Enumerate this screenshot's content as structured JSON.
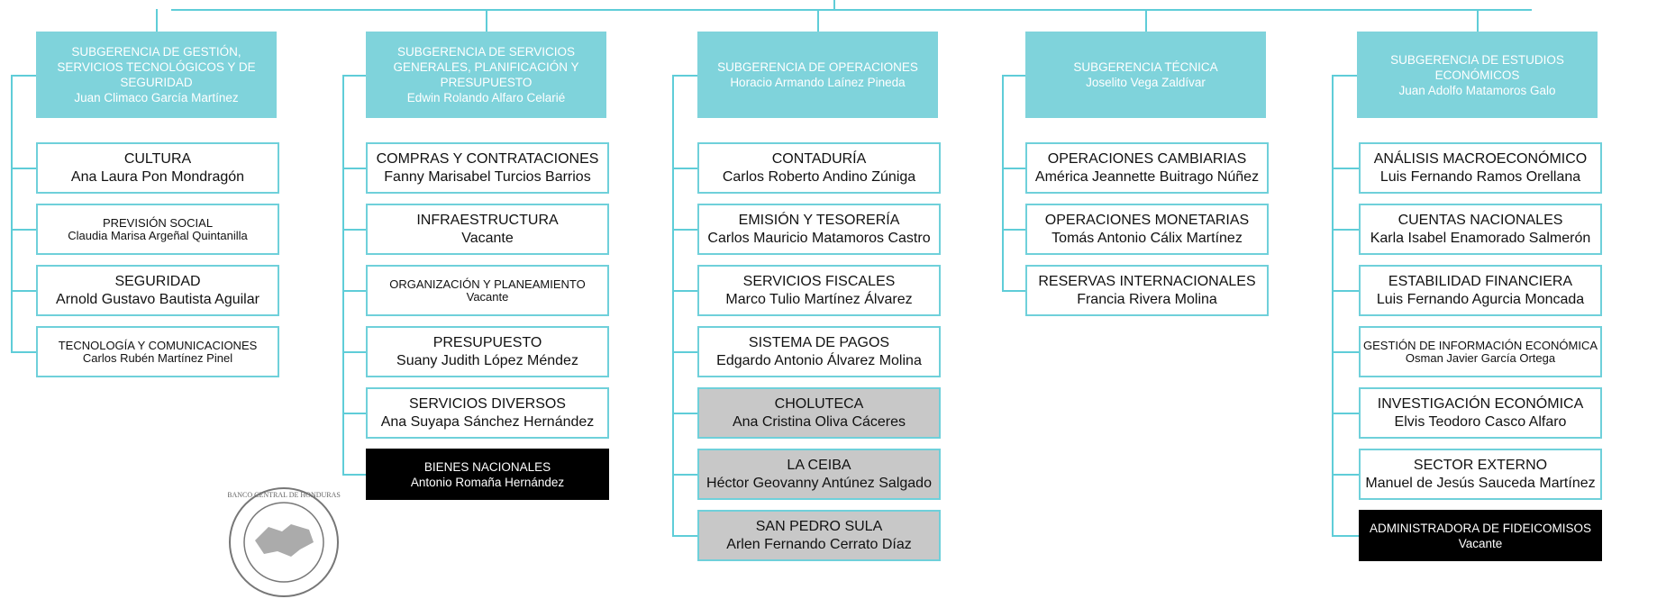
{
  "subgerencias": [
    {
      "title": "SUBGERENCIA DE GESTIÓN, SERVICIOS TECNOLÓGICOS Y DE SEGURIDAD",
      "name": "Juan Climaco García Martínez",
      "units": [
        {
          "title": "CULTURA",
          "person": "Ana Laura Pon Mondragón",
          "style": "normal"
        },
        {
          "title": "PREVISIÓN SOCIAL",
          "person": "Claudia Marisa Argeñal Quintanilla",
          "style": "small"
        },
        {
          "title": "SEGURIDAD",
          "person": "Arnold Gustavo Bautista Aguilar",
          "style": "normal"
        },
        {
          "title": "TECNOLOGÍA Y COMUNICACIONES",
          "person": "Carlos Rubén Martínez Pinel",
          "style": "small"
        }
      ]
    },
    {
      "title": "SUBGERENCIA DE SERVICIOS GENERALES, PLANIFICACIÓN Y PRESUPUESTO",
      "name": "Edwin Rolando Alfaro Celarié",
      "units": [
        {
          "title": "COMPRAS Y CONTRATACIONES",
          "person": "Fanny Marisabel Turcios Barrios",
          "style": "normal"
        },
        {
          "title": "INFRAESTRUCTURA",
          "person": "Vacante",
          "style": "normal"
        },
        {
          "title": "ORGANIZACIÓN Y PLANEAMIENTO",
          "person": "Vacante",
          "style": "small"
        },
        {
          "title": "PRESUPUESTO",
          "person": "Suany Judith López Méndez",
          "style": "normal"
        },
        {
          "title": "SERVICIOS DIVERSOS",
          "person": "Ana Suyapa Sánchez Hernández",
          "style": "normal"
        },
        {
          "title": "BIENES NACIONALES",
          "person": "Antonio Romaña Hernández",
          "style": "black"
        }
      ]
    },
    {
      "title": "SUBGERENCIA DE OPERACIONES",
      "name": "Horacio Armando Laínez Pineda",
      "units": [
        {
          "title": "CONTADURÍA",
          "person": "Carlos Roberto Andino Zúniga",
          "style": "normal"
        },
        {
          "title": "EMISIÓN Y TESORERÍA",
          "person": "Carlos Mauricio Matamoros Castro",
          "style": "normal"
        },
        {
          "title": "SERVICIOS FISCALES",
          "person": "Marco Tulio Martínez Álvarez",
          "style": "normal"
        },
        {
          "title": "SISTEMA DE PAGOS",
          "person": "Edgardo Antonio Álvarez Molina",
          "style": "normal"
        },
        {
          "title": "CHOLUTECA",
          "person": "Ana Cristina Oliva Cáceres",
          "style": "grey"
        },
        {
          "title": "LA CEIBA",
          "person": "Héctor Geovanny Antúnez Salgado",
          "style": "grey"
        },
        {
          "title": "SAN PEDRO SULA",
          "person": "Arlen Fernando Cerrato Díaz",
          "style": "grey"
        }
      ]
    },
    {
      "title": "SUBGERENCIA TÉCNICA",
      "name": "Joselito Vega Zaldívar",
      "units": [
        {
          "title": "OPERACIONES CAMBIARIAS",
          "person": "América Jeannette Buitrago Núñez",
          "style": "normal"
        },
        {
          "title": "OPERACIONES MONETARIAS",
          "person": "Tomás Antonio Cálix Martínez",
          "style": "normal"
        },
        {
          "title": "RESERVAS INTERNACIONALES",
          "person": "Francia Rivera Molina",
          "style": "normal"
        }
      ]
    },
    {
      "title": "SUBGERENCIA DE ESTUDIOS ECONÓMICOS",
      "name": "Juan Adolfo Matamoros Galo",
      "units": [
        {
          "title": "ANÁLISIS MACROECONÓMICO",
          "person": "Luis Fernando Ramos Orellana",
          "style": "normal"
        },
        {
          "title": "CUENTAS NACIONALES",
          "person": "Karla Isabel Enamorado Salmerón",
          "style": "normal"
        },
        {
          "title": "ESTABILIDAD FINANCIERA",
          "person": "Luis Fernando Agurcia Moncada",
          "style": "normal"
        },
        {
          "title": "GESTIÓN DE INFORMACIÓN ECONÓMICA",
          "person": "Osman Javier García Ortega",
          "style": "small"
        },
        {
          "title": "INVESTIGACIÓN ECONÓMICA",
          "person": "Elvis Teodoro Casco Alfaro",
          "style": "normal"
        },
        {
          "title": "SECTOR EXTERNO",
          "person": "Manuel de Jesús Sauceda Martínez",
          "style": "normal"
        },
        {
          "title": "ADMINISTRADORA DE FIDEICOMISOS",
          "person": "Vacante",
          "style": "black"
        }
      ]
    }
  ],
  "seal": {
    "text": "BANCO CENTRAL DE HONDURAS",
    "icon": "honduras-map-seal-icon"
  },
  "colors": {
    "connector": "#5fcdd8",
    "header": "#7fd3db",
    "grey": "#c8c8c8",
    "black": "#000000"
  }
}
